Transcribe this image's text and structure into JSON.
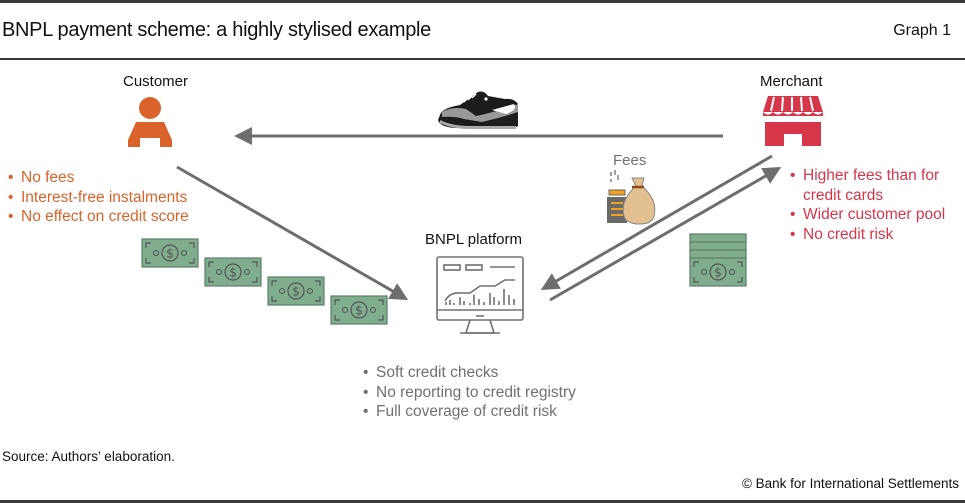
{
  "header": {
    "title": "BNPL payment scheme: a highly stylised example",
    "graph_number": "Graph 1"
  },
  "actors": {
    "customer": {
      "label": "Customer",
      "icon": "person-icon",
      "color": "#d9632a",
      "bullets": [
        "No fees",
        "Interest-free instalments",
        "No effect on credit score"
      ]
    },
    "merchant": {
      "label": "Merchant",
      "icon": "store-icon",
      "color": "#d6364a",
      "bullets": [
        "Higher fees than for credit cards",
        "Wider customer pool",
        "No credit risk"
      ]
    },
    "platform": {
      "label": "BNPL platform",
      "icon": "monitor-chart-icon",
      "color": "#707070",
      "bullets": [
        "Soft credit checks",
        "No reporting to credit registry",
        "Full coverage of credit risk"
      ]
    }
  },
  "flows": {
    "goods": {
      "icon": "sneaker-icon",
      "from": "Merchant",
      "to": "Customer"
    },
    "instalments": {
      "icon": "banknote-icon",
      "count": 4,
      "from": "Customer",
      "to": "BNPL platform"
    },
    "fees": {
      "label": "Fees",
      "icon": "money-bag-coins-icon",
      "from": "Merchant",
      "to": "BNPL platform"
    },
    "payment": {
      "icon": "banknote-stack-icon",
      "from": "BNPL platform",
      "to": "Merchant"
    }
  },
  "colors": {
    "arrow": "#6e6e6e",
    "banknote_fill": "#7fad8e",
    "banknote_stroke": "#5a5a5a",
    "bag_fill": "#e2c08f",
    "coin_accent": "#f0a020"
  },
  "footer": {
    "source": "Source: Authors’ elaboration.",
    "copyright": "© Bank for International Settlements"
  }
}
